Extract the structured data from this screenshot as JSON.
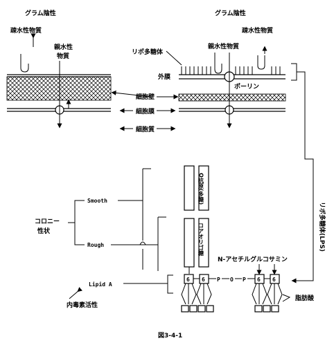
{
  "gram_negative_left": "グラム陰性",
  "gram_negative_right": "グラム陰性",
  "hydrophobic_left": "疎水性物質",
  "hydrophobic_right": "疎水性物質",
  "hydrophilic_left_1": "親水性",
  "hydrophilic_left_2": "物質",
  "hydrophilic_right": "親水性物質",
  "lps_label": "リポ多糖体",
  "outer_membrane": "外膜",
  "porin": "ポーリン",
  "cell_wall": "細胞壁",
  "cell_membrane": "細胞膜",
  "cytoplasm": "細胞質",
  "colony_1": "コロニー",
  "colony_2": "性状",
  "smooth": "Smooth",
  "rough": "Rough",
  "o_antigen": "O抗原(多糖)",
  "core_oligo": "コアオリゴ糖",
  "glucosamine": "N-アセチルグルコサミン",
  "lipid_a": "Lipid A",
  "endotoxin": "内毒素活性",
  "fatty_acid": "脂肪酸",
  "lps_vertical": "リポ多糖体(LPS)",
  "sugar_6": "6",
  "p_label": "P",
  "o_label": "O",
  "figure_caption": "図3-4-1"
}
